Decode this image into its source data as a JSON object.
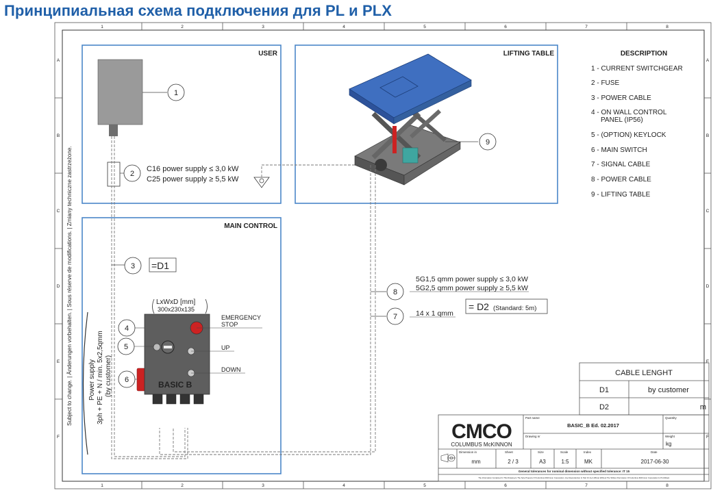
{
  "page_title": "Принципиальная схема подключения для PL и PLX",
  "border": {
    "columns": [
      "1",
      "2",
      "3",
      "4",
      "5",
      "6",
      "7",
      "8"
    ],
    "rows": [
      "A",
      "B",
      "C",
      "D",
      "E",
      "F"
    ],
    "side_note": "Subject to change. | Änderungen vorbehalten. | Sous réserve de modifications. | Zmiany techniczne zastrzeżone."
  },
  "sections": {
    "user": "USER",
    "lifting_table": "LIFTING TABLE",
    "main_control": "MAIN CONTROL"
  },
  "callouts": [
    "1",
    "2",
    "3",
    "4",
    "5",
    "6",
    "7",
    "8",
    "9"
  ],
  "annotations": {
    "power_line_1": "C16 power supply ≤ 3,0 kW",
    "power_line_2": "C25 power supply ≥ 5,5 kW",
    "d1_tag": "=D1",
    "cable8_line_1": "5G1,5 qmm power supply ≤ 3,0 kW",
    "cable8_line_2": "5G2,5 qmm power supply ≥ 5,5 kW",
    "d2_tag": "= D2",
    "d2_note": "(Standard: 5m)",
    "cable7": "14 x 1 qmm",
    "box_dims_label": "LxWxD [mm]",
    "box_dims": "300x230x135",
    "emergency_1": "EMERGENCY",
    "emergency_2": "STOP",
    "up": "UP",
    "down": "DOWN",
    "box_name": "BASIC B",
    "power_supply_1": "Power supply",
    "power_supply_2": "3ph + PE + N / min. 5x2,5qmm",
    "power_supply_3": "(by customer)"
  },
  "description": {
    "title": "DESCRIPTION",
    "items": [
      "1 - CURRENT SWITCHGEAR",
      "2 - FUSE",
      "3 - POWER CABLE",
      "4 - ON WALL CONTROL",
      "PANEL (IP56)",
      "5 - (OPTION) KEYLOCK",
      "6 - MAIN SWITCH",
      "7 - SIGNAL CABLE",
      "8 - POWER CABLE",
      "9 - LIFTING TABLE"
    ]
  },
  "cable_table": {
    "title": "CABLE LENGHT",
    "rows": [
      {
        "label": "D1",
        "value": "by customer"
      },
      {
        "label": "D2",
        "value": "m"
      }
    ]
  },
  "title_block": {
    "logo": "CMCO",
    "company": "COLUMBUS McKINNON",
    "part_name_label": "Part name",
    "part_name": "BASIC_B Ed. 02.2017",
    "quantity_label": "Quantity",
    "drawing_label": "Drawing nr",
    "weight_label": "Weight",
    "weight_unit": "kg",
    "dimension_label": "Dimension in",
    "dimension": "mm",
    "sheet_label": "Sheet",
    "sheet": "2 / 3",
    "size_label": "Size",
    "size": "A3",
    "scale_label": "Scale",
    "scale": "1:5",
    "index_label": "Index",
    "index": "MK",
    "date_label": "Date",
    "date": "2017-06-30",
    "tolerance_note": "General tolerances for nominal dimension without specified tolerance: IT 15",
    "legal_note": "The Information Contained In This Drawing Is The Sole Property Of Columbus McKinnon Corporation. Any Reproduction In Part Or As A Whole Without The Written Permission Of Columbus McKinnon Corporation Is Prohibited."
  },
  "colors": {
    "title_blue": "#1f5fa8",
    "frame_blue": "#4a86c8",
    "table_top": "#3f6fc0",
    "red": "#cc2222",
    "motor_green": "#3fa6a0"
  }
}
